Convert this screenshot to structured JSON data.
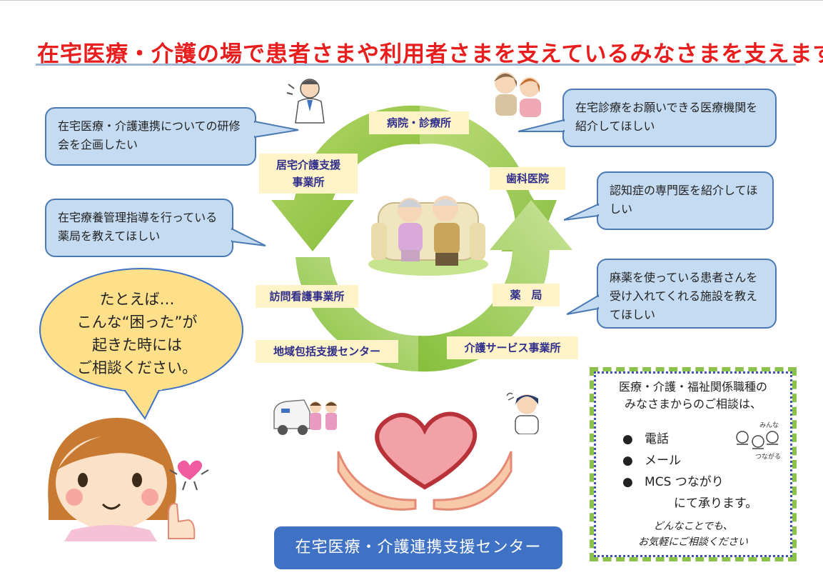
{
  "title": "在宅医療・介護の場で患者さまや利用者さまを支えているみなさまを支えます！",
  "bubbles": {
    "left1": "在宅医療・介護連携についての研修会を企画したい",
    "left2": "在宅療養管理指導を行っている薬局を教えてほしい",
    "right1": "在宅診療をお願いできる医療機関を紹介してほしい",
    "right2": "認知症の専門医を紹介してほしい",
    "right3": "麻薬を使っている患者さんを受け入れてくれる施設を教えてほしい"
  },
  "cycle_nodes": {
    "hospital": "病院・診療所",
    "dental": "歯科医院",
    "pharmacy": "薬　局",
    "care_service": "介護サービス事業所",
    "regional_center": "地域包括支援センター",
    "visiting_nurse": "訪問看護事業所",
    "care_support": [
      "居宅介護支援",
      "事業所"
    ]
  },
  "speech": [
    "たとえば…",
    "こんな“困った”が",
    "起きた時には",
    "ご相談ください。"
  ],
  "info": {
    "heading": [
      "医療・介護・福祉関係職種の",
      "みなさまからのご相談は、"
    ],
    "items": [
      "電話",
      "メール",
      "MCS つながり"
    ],
    "tail": "にて承ります。",
    "footer": [
      "どんなことでも、",
      "お気軽にご相談ください"
    ],
    "sticker": [
      "みんな",
      "つながる"
    ]
  },
  "center_button": "在宅医療・介護連携支援センター",
  "colors": {
    "title_red": "#e81d1d",
    "bubble_fill": "#c5dbf1",
    "bubble_border": "#4a79b3",
    "node_fill": "#fff3c8",
    "node_text": "#2f2e8a",
    "cycle_green": "#8fc43c",
    "button_blue": "#3f72c5"
  }
}
